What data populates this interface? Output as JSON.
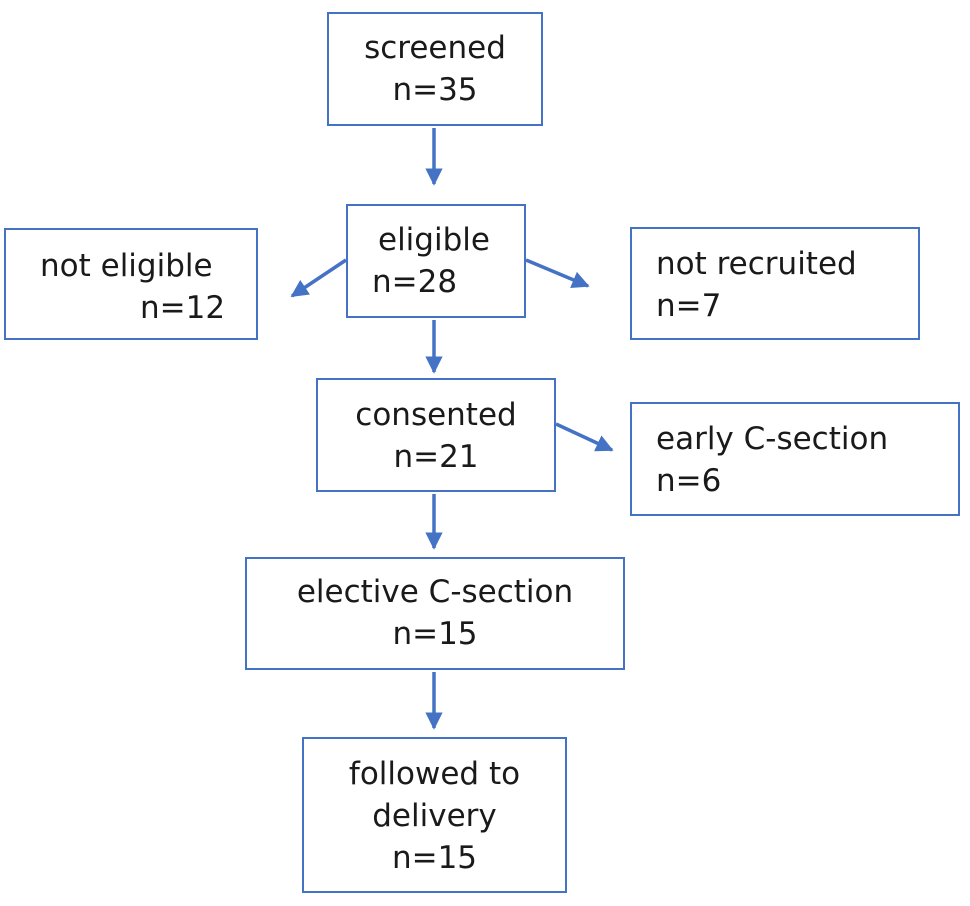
{
  "nodes": {
    "screened": {
      "label": "screened",
      "count": "n=35"
    },
    "eligible": {
      "label": "eligible",
      "count": "n=28"
    },
    "not_eligible": {
      "label": "not eligible",
      "count": "n=12"
    },
    "not_recruited": {
      "label": "not recruited",
      "count": "n=7"
    },
    "consented": {
      "label": "consented",
      "count": "n=21"
    },
    "early_c_section": {
      "label": "early C-section",
      "count": "n=6"
    },
    "elective_c_section": {
      "label": "elective C-section",
      "count": "n=15"
    },
    "followed_to_delivery": {
      "label_line1": "followed to",
      "label_line2": "delivery",
      "count": "n=15"
    }
  },
  "edges": [
    {
      "from": "screened",
      "to": "eligible"
    },
    {
      "from": "eligible",
      "to": "not_eligible"
    },
    {
      "from": "eligible",
      "to": "not_recruited"
    },
    {
      "from": "eligible",
      "to": "consented"
    },
    {
      "from": "consented",
      "to": "early_c_section"
    },
    {
      "from": "consented",
      "to": "elective_c_section"
    },
    {
      "from": "elective_c_section",
      "to": "followed_to_delivery"
    }
  ],
  "colors": {
    "box_border": "#4472c4",
    "arrow": "#4472c4",
    "text": "#1a1a1a"
  }
}
